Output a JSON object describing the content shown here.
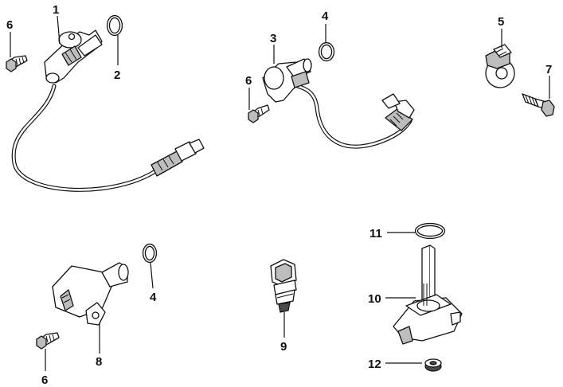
{
  "callouts": {
    "c1": "1",
    "c2": "2",
    "c3": "3",
    "c4a": "4",
    "c4b": "4",
    "c5": "5",
    "c6a": "6",
    "c6b": "6",
    "c6c": "6",
    "c7": "7",
    "c8": "8",
    "c9": "9",
    "c10": "10",
    "c11": "11",
    "c12": "12"
  },
  "colors": {
    "line": "#111111",
    "part_grey": "#bdbdbd",
    "background": "#ffffff"
  }
}
